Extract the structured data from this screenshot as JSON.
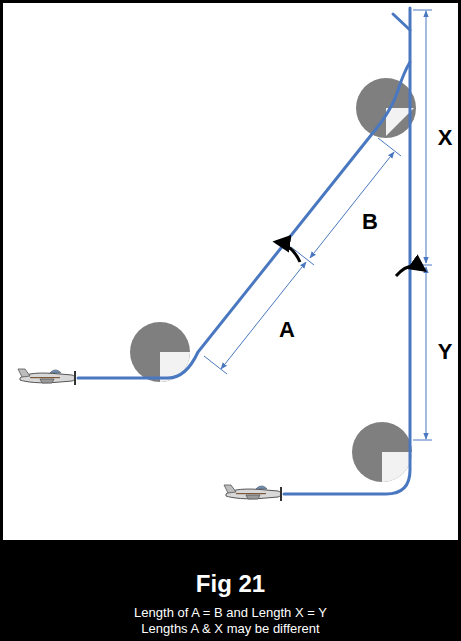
{
  "diagram": {
    "title": "Fig 21",
    "labels": [
      "A",
      "B",
      "X",
      "Y",
      "Length of A = B and Length X = Y",
      "Lengths A & X may be different"
    ]
  }
}
